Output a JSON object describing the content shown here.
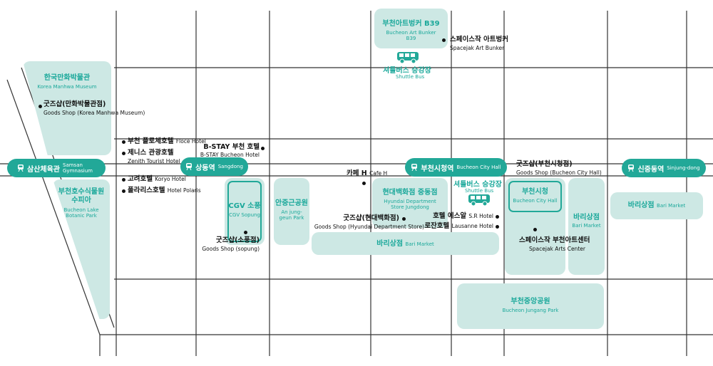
{
  "colors": {
    "teal": "#22a898",
    "area": "#cde8e4",
    "road": "#333333",
    "text": "#111111"
  },
  "stations": {
    "samsan": {
      "name": "삼산체육관",
      "en": "Samsan Gymnasium"
    },
    "sangdong": {
      "name": "상동역",
      "en": "Sangdong"
    },
    "cityhall": {
      "name": "부천시청역",
      "en": "Bucheon City Hall"
    },
    "sinjung": {
      "name": "신중동역",
      "en": "Sinjung-dong"
    }
  },
  "areas": {
    "b39": {
      "name": "부천아트벙커 B39",
      "en1": "Bucheon Art Bunker",
      "en2": "B39"
    },
    "manhwa": {
      "name": "한국만화박물관",
      "en": "Korea Manhwa Museum"
    },
    "botanic": {
      "name1": "부천호수식물원",
      "name2": "수피아",
      "en1": "Bucheon Lake",
      "en2": "Botanic Park"
    },
    "cgv": {
      "name": "CGV 소풍",
      "en": "CGV Sopung"
    },
    "anjung": {
      "name": "안중근공원",
      "en1": "An jung-",
      "en2": "geun Park"
    },
    "hyundai": {
      "name": "현대백화점 중동점",
      "en1": "Hyundai Department",
      "en2": "Store Jungdong"
    },
    "bari_center": {
      "name": "바리상점",
      "en": "Bari Market"
    },
    "cityhall_bld": {
      "name": "부천시청",
      "en": "Bucheon City Hall"
    },
    "bari_right": {
      "name": "바리상점",
      "en": "Bari Market"
    },
    "bari_far": {
      "name": "바리상점",
      "en": "Bari Market"
    },
    "jungang": {
      "name": "부천중앙공원",
      "en": "Bucheon Jungang Park"
    }
  },
  "shuttle": {
    "top": {
      "name": "셔틀버스 승강장",
      "en": "Shuttle Bus"
    },
    "cityhall": {
      "name": "셔틀버스 승강장",
      "en": "Shuttle Bus"
    }
  },
  "pois": {
    "spacejak_bunker": {
      "name": "스페이스작 아트벙커",
      "en": "Spacejak Art Bunker"
    },
    "goods_manhwa": {
      "name": "굿즈샵(만화박물관점)",
      "en": "Goods Shop (Korea Manhwa Museum)"
    },
    "floce": {
      "name": "부천 플로체호텔",
      "en": "Floce Hotel"
    },
    "zenith": {
      "name": "제니스 관광호텔",
      "en": "Zenith Tourist Hotel"
    },
    "bstay": {
      "name": "B-STAY 부천 호텔",
      "en": "B-STAY Bucheon Hotel"
    },
    "koryo": {
      "name": "고려호텔",
      "en": "Koryo Hotel"
    },
    "polaris": {
      "name": "폴라리스호텔",
      "en": "Hotel Polaris"
    },
    "goods_sopung": {
      "name": "굿즈샵(소풍점)",
      "en": "Goods Shop (sopung)"
    },
    "cafe_h": {
      "name": "카페 H",
      "en": "Cafe H"
    },
    "goods_hyundai": {
      "name": "굿즈샵(현대백화점)",
      "en": "Goods Shop (Hyundai Department Store)"
    },
    "sr_hotel": {
      "name": "호텔 에스알",
      "en": "S.R Hotel"
    },
    "lausanne": {
      "name": "로잔호텔",
      "en": "Lausanne Hotel"
    },
    "goods_cityhall": {
      "name": "굿즈샵(부천시청점)",
      "en": "Goods Shop (Bucheon City Hall)"
    },
    "spacejak_arts": {
      "name": "스페이스작 부천아트센터",
      "en": "Spacejak Arts Center"
    }
  }
}
